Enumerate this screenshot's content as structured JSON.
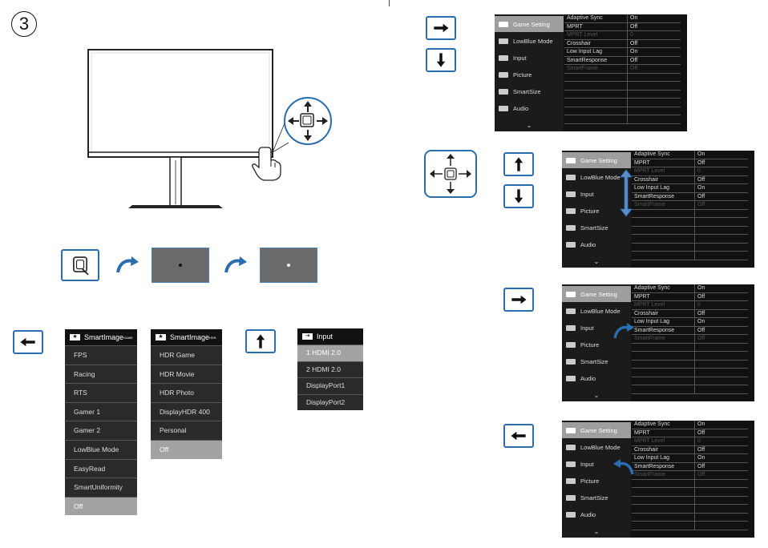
{
  "step_number": "3",
  "colors": {
    "accent": "#2a6db0",
    "osd_bg": "#111111",
    "selected": "#9e9e9e"
  },
  "smartimage_game_menu": {
    "title": "SmartImage",
    "superscript": "GAME",
    "items": [
      "FPS",
      "Racing",
      "RTS",
      "Gamer 1",
      "Gamer 2",
      "LowBlue Mode",
      "EasyRead",
      "SmartUniformity",
      "Off"
    ],
    "selected_index": 8
  },
  "smartimage_hdr_menu": {
    "title": "SmartImage",
    "superscript": "HDR",
    "items": [
      "HDR Game",
      "HDR Movie",
      "HDR Photo",
      "DisplayHDR 400",
      "Personal",
      "Off"
    ],
    "selected_index": 5
  },
  "input_menu": {
    "title": "Input",
    "items": [
      "1 HDMI 2.0",
      "2 HDMI 2.0",
      "DisplayPort1",
      "DisplayPort2"
    ],
    "selected_index": 0
  },
  "osd": {
    "nav_items": [
      "Game Setting",
      "LowBlue Mode",
      "Input",
      "Picture",
      "SmartSize",
      "Audio"
    ],
    "selected_nav": 0,
    "chevron": "⌄",
    "rows": [
      {
        "label": "Adaptive Sync",
        "value": "On",
        "dim": false
      },
      {
        "label": "MPRT",
        "value": "Off",
        "dim": false
      },
      {
        "label": "MPRT Level",
        "value": "0",
        "dim": true
      },
      {
        "label": "Crosshair",
        "value": "Off",
        "dim": false
      },
      {
        "label": "Low Input Lag",
        "value": "On",
        "dim": false
      },
      {
        "label": "SmartResponse",
        "value": "Off",
        "dim": false
      },
      {
        "label": "SmartFrame",
        "value": "Off",
        "dim": true
      }
    ]
  },
  "icons": [
    "joystick-icon",
    "arrow-right-icon",
    "arrow-down-icon",
    "arrow-up-icon",
    "arrow-left-icon",
    "hand-press-icon",
    "curved-arrow-icon",
    "star-icon"
  ]
}
